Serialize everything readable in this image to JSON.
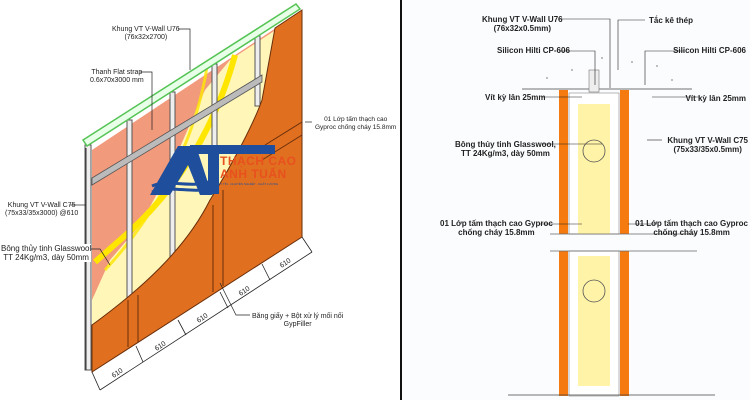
{
  "isometric": {
    "labels": {
      "u76": "Khung VT V-Wall U76",
      "u76_dim": "(76x32x2700)",
      "flat": "Thanh Flat strap",
      "flat_dim": "0.6x70x3000 mm",
      "board": "01 Lớp tấm thạch cao",
      "board2": "Gyproc chống cháy 15.8mm",
      "c75": "Khung VT V-Wall C75",
      "c75_dim": "(75x33/35x3000) @610",
      "wool": "Bông thủy tinh Glasswool",
      "wool2": "TT 24Kg/m3, dày 50mm",
      "tape": "Băng giấy + Bột xử lý mối nối",
      "tape2": "GypFiller"
    },
    "dimensions": [
      "610",
      "610",
      "610",
      "610",
      "610"
    ],
    "logo": {
      "line1": "THẠCH CAO",
      "line2": "ANH TUẤN",
      "tagline": "UY TÍN - CHUYÊN NGHIỆP - CHẤT LƯỢNG",
      "mark": "AT"
    }
  },
  "section": {
    "labels": {
      "u76": "Khung VT V-Wall U76",
      "u76_dim": "(76x32x0.5mm)",
      "anchor": "Tắc kê thép",
      "silicon_l": "Silicon Hilti CP-606",
      "silicon_r": "Silicon Hilti CP-606",
      "screw_l": "Vít kỳ lân 25mm",
      "screw_r": "Vít kỳ lân 25mm",
      "wool": "Bông thủy tinh Glasswool,",
      "wool2": "TT 24Kg/m3, dày 50mm",
      "c75": "Khung VT V-Wall C75",
      "c75_dim": "(75x33/35x0.5mm)",
      "board_l": "01 Lớp tấm thạch cao Gyproc",
      "board_l2": "chống cháy 15.8mm",
      "board_r": "01 Lớp tấm thạch cao Gyproc",
      "board_r2": "chống cháy 15.8mm"
    }
  },
  "colors": {
    "board": "#e07020",
    "wool": "#fff4b0",
    "frame": "#7fd67f",
    "pink": "#f29a7c",
    "yellow": "#ffe600"
  }
}
